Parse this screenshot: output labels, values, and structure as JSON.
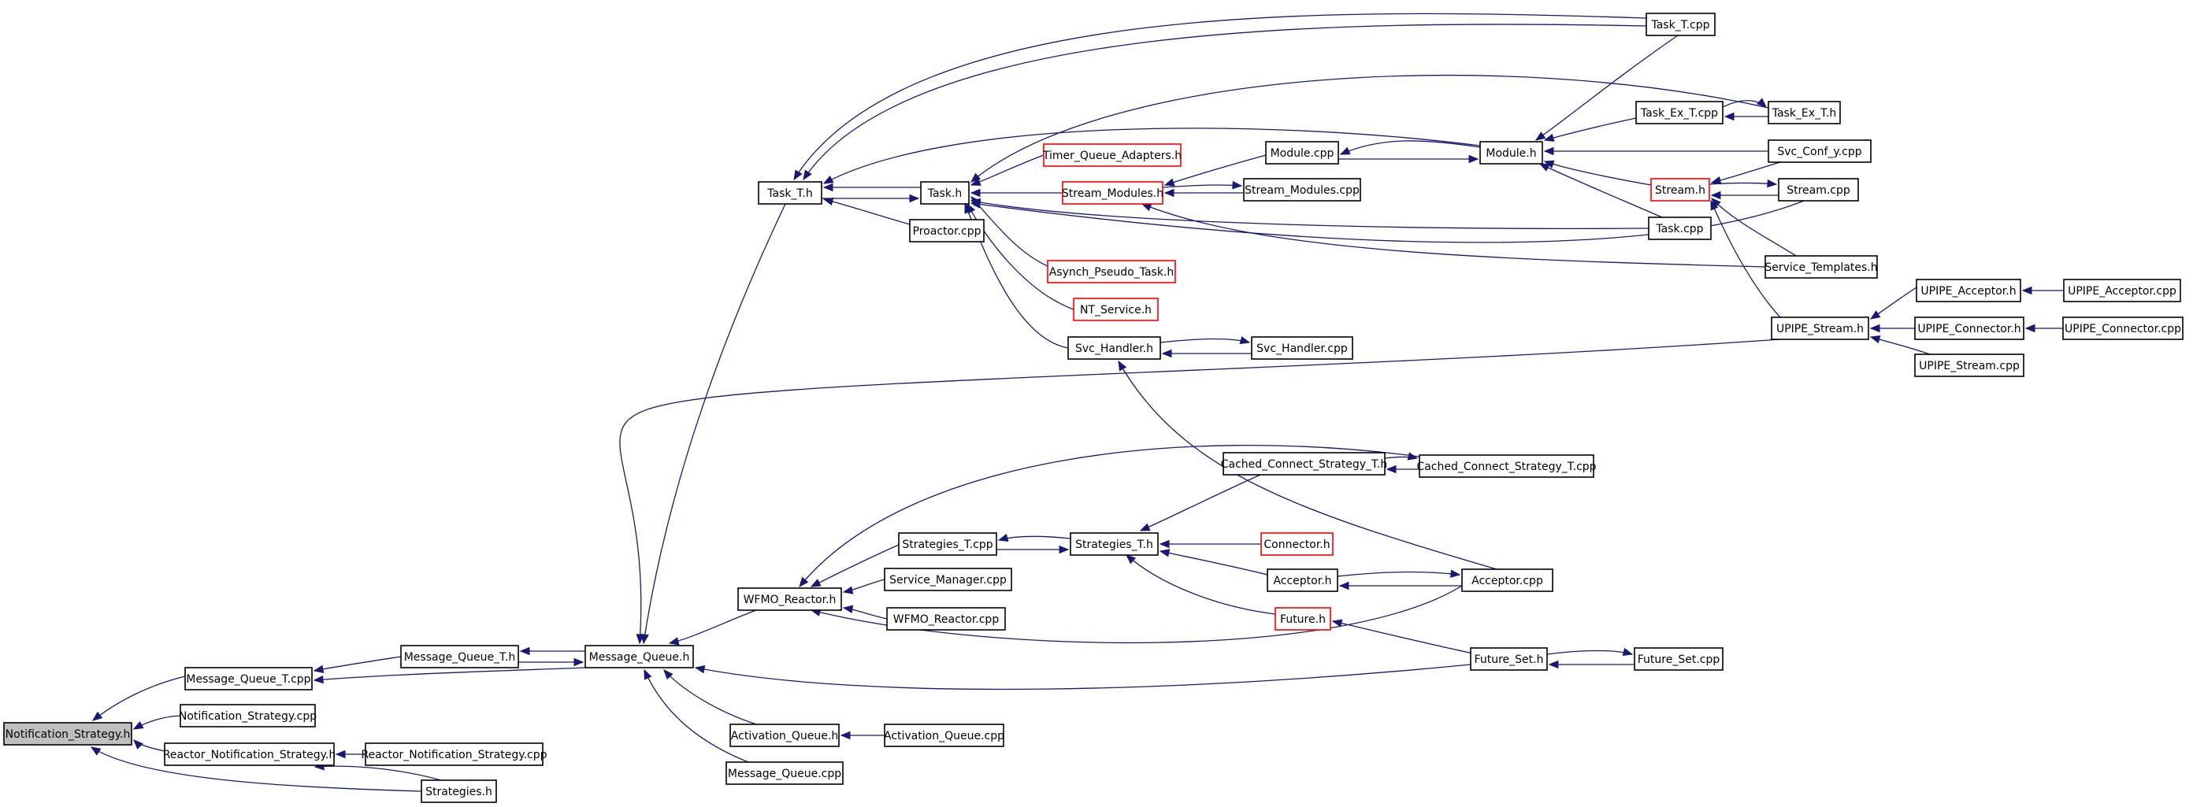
{
  "colors": {
    "edge": "#191970",
    "box_border": "#000000",
    "red_box_border": "#ff0000",
    "root_fill": "#bfbfbf",
    "box_fill": "#ffffff"
  },
  "nodes": [
    {
      "id": "ns_h",
      "label": "Notification_Strategy.h",
      "style": "root"
    },
    {
      "id": "mqt_cpp",
      "label": "Message_Queue_T.cpp"
    },
    {
      "id": "ns_cpp",
      "label": "Notification_Strategy.cpp"
    },
    {
      "id": "rns_h",
      "label": "Reactor_Notification_Strategy.h"
    },
    {
      "id": "rns_cpp",
      "label": "Reactor_Notification_Strategy.cpp"
    },
    {
      "id": "strategies_h",
      "label": "Strategies.h"
    },
    {
      "id": "mqt_h",
      "label": "Message_Queue_T.h"
    },
    {
      "id": "mq_h",
      "label": "Message_Queue.h"
    },
    {
      "id": "taskt_h",
      "label": "Task_T.h"
    },
    {
      "id": "task_h",
      "label": "Task.h"
    },
    {
      "id": "proactor_cpp",
      "label": "Proactor.cpp"
    },
    {
      "id": "taskt_cpp",
      "label": "Task_T.cpp"
    },
    {
      "id": "tqa_h",
      "label": "Timer_Queue_Adapters.h",
      "style": "red"
    },
    {
      "id": "sm_h",
      "label": "Stream_Modules.h",
      "style": "red"
    },
    {
      "id": "apt_h",
      "label": "Asynch_Pseudo_Task.h",
      "style": "red"
    },
    {
      "id": "nts_h",
      "label": "NT_Service.h",
      "style": "red"
    },
    {
      "id": "svch_h",
      "label": "Svc_Handler.h"
    },
    {
      "id": "svch_cpp",
      "label": "Svc_Handler.cpp"
    },
    {
      "id": "module_cpp",
      "label": "Module.cpp"
    },
    {
      "id": "sm_cpp",
      "label": "Stream_Modules.cpp"
    },
    {
      "id": "module_h",
      "label": "Module.h"
    },
    {
      "id": "tex_cpp",
      "label": "Task_Ex_T.cpp"
    },
    {
      "id": "tex_h",
      "label": "Task_Ex_T.h"
    },
    {
      "id": "svcconf_cpp",
      "label": "Svc_Conf_y.cpp"
    },
    {
      "id": "stream_h",
      "label": "Stream.h",
      "style": "red"
    },
    {
      "id": "stream_cpp",
      "label": "Stream.cpp"
    },
    {
      "id": "task_cpp",
      "label": "Task.cpp"
    },
    {
      "id": "svct_h",
      "label": "Service_Templates.h"
    },
    {
      "id": "upipe_acc_h",
      "label": "UPIPE_Acceptor.h"
    },
    {
      "id": "upipe_acc_cpp",
      "label": "UPIPE_Acceptor.cpp"
    },
    {
      "id": "upipe_stream_h",
      "label": "UPIPE_Stream.h"
    },
    {
      "id": "upipe_con_h",
      "label": "UPIPE_Connector.h"
    },
    {
      "id": "upipe_con_cpp",
      "label": "UPIPE_Connector.cpp"
    },
    {
      "id": "upipe_stream_cpp",
      "label": "UPIPE_Stream.cpp"
    },
    {
      "id": "ccst_h",
      "label": "Cached_Connect_Strategy_T.h"
    },
    {
      "id": "ccst_cpp",
      "label": "Cached_Connect_Strategy_T.cpp"
    },
    {
      "id": "stratt_cpp",
      "label": "Strategies_T.cpp"
    },
    {
      "id": "stratt_h",
      "label": "Strategies_T.h"
    },
    {
      "id": "connector_h",
      "label": "Connector.h",
      "style": "red"
    },
    {
      "id": "wfmo_h",
      "label": "WFMO_Reactor.h"
    },
    {
      "id": "svcmgr_cpp",
      "label": "Service_Manager.cpp"
    },
    {
      "id": "wfmo_cpp",
      "label": "WFMO_Reactor.cpp"
    },
    {
      "id": "acceptor_h",
      "label": "Acceptor.h"
    },
    {
      "id": "acceptor_cpp",
      "label": "Acceptor.cpp"
    },
    {
      "id": "future_h",
      "label": "Future.h",
      "style": "red"
    },
    {
      "id": "futureset_h",
      "label": "Future_Set.h"
    },
    {
      "id": "futureset_cpp",
      "label": "Future_Set.cpp"
    },
    {
      "id": "actq_h",
      "label": "Activation_Queue.h"
    },
    {
      "id": "actq_cpp",
      "label": "Activation_Queue.cpp"
    },
    {
      "id": "mq_cpp",
      "label": "Message_Queue.cpp"
    }
  ],
  "edges": [
    [
      "mqt_cpp",
      "ns_h"
    ],
    [
      "ns_cpp",
      "ns_h"
    ],
    [
      "rns_h",
      "ns_h"
    ],
    [
      "strategies_h",
      "ns_h"
    ],
    [
      "rns_cpp",
      "rns_h"
    ],
    [
      "strategies_h",
      "rns_h"
    ],
    [
      "mqt_h",
      "mqt_cpp"
    ],
    [
      "mq_h",
      "mqt_cpp"
    ],
    [
      "mq_h",
      "mqt_h"
    ],
    [
      "mqt_h",
      "mq_h"
    ],
    [
      "taskt_h",
      "mq_h"
    ],
    [
      "wfmo_h",
      "mq_h"
    ],
    [
      "actq_h",
      "mq_h"
    ],
    [
      "mq_cpp",
      "mq_h"
    ],
    [
      "futureset_h",
      "mq_h"
    ],
    [
      "upipe_stream_h",
      "mq_h"
    ],
    [
      "taskt_cpp",
      "taskt_h"
    ],
    [
      "taskt_cpp",
      "taskt_h"
    ],
    [
      "task_h",
      "taskt_h"
    ],
    [
      "module_h",
      "taskt_h"
    ],
    [
      "proactor_cpp",
      "taskt_h"
    ],
    [
      "taskt_h",
      "task_h"
    ],
    [
      "tqa_h",
      "task_h"
    ],
    [
      "sm_h",
      "task_h"
    ],
    [
      "apt_h",
      "task_h"
    ],
    [
      "nts_h",
      "task_h"
    ],
    [
      "svch_h",
      "task_h"
    ],
    [
      "task_cpp",
      "task_h"
    ],
    [
      "stream_cpp",
      "task_h"
    ],
    [
      "tex_h",
      "task_h"
    ],
    [
      "svch_cpp",
      "svch_h"
    ],
    [
      "svch_h",
      "svch_cpp"
    ],
    [
      "acceptor_cpp",
      "svch_h"
    ],
    [
      "module_cpp",
      "sm_h"
    ],
    [
      "sm_cpp",
      "sm_h"
    ],
    [
      "sm_h",
      "sm_cpp"
    ],
    [
      "svct_h",
      "sm_h"
    ],
    [
      "module_h",
      "module_cpp"
    ],
    [
      "module_cpp",
      "module_h"
    ],
    [
      "taskt_cpp",
      "module_h"
    ],
    [
      "tex_cpp",
      "module_h"
    ],
    [
      "svcconf_cpp",
      "module_h"
    ],
    [
      "stream_h",
      "module_h"
    ],
    [
      "task_cpp",
      "module_h"
    ],
    [
      "tex_h",
      "tex_cpp"
    ],
    [
      "tex_cpp",
      "tex_h"
    ],
    [
      "stream_cpp",
      "stream_h"
    ],
    [
      "stream_h",
      "stream_cpp"
    ],
    [
      "svcconf_cpp",
      "stream_h"
    ],
    [
      "svct_h",
      "stream_h"
    ],
    [
      "upipe_stream_h",
      "stream_h"
    ],
    [
      "upipe_acc_h",
      "upipe_stream_h"
    ],
    [
      "upipe_con_h",
      "upipe_stream_h"
    ],
    [
      "upipe_stream_cpp",
      "upipe_stream_h"
    ],
    [
      "upipe_acc_cpp",
      "upipe_acc_h"
    ],
    [
      "upipe_con_cpp",
      "upipe_con_h"
    ],
    [
      "stratt_cpp",
      "wfmo_h"
    ],
    [
      "svcmgr_cpp",
      "wfmo_h"
    ],
    [
      "wfmo_cpp",
      "wfmo_h"
    ],
    [
      "ccst_cpp",
      "wfmo_h"
    ],
    [
      "acceptor_cpp",
      "wfmo_h"
    ],
    [
      "stratt_h",
      "stratt_cpp"
    ],
    [
      "stratt_cpp",
      "stratt_h"
    ],
    [
      "ccst_h",
      "stratt_h"
    ],
    [
      "connector_h",
      "stratt_h"
    ],
    [
      "acceptor_h",
      "stratt_h"
    ],
    [
      "future_h",
      "stratt_h"
    ],
    [
      "ccst_cpp",
      "ccst_h"
    ],
    [
      "ccst_h",
      "ccst_cpp"
    ],
    [
      "acceptor_cpp",
      "acceptor_h"
    ],
    [
      "acceptor_h",
      "acceptor_cpp"
    ],
    [
      "futureset_h",
      "future_h"
    ],
    [
      "futureset_cpp",
      "futureset_h"
    ],
    [
      "futureset_h",
      "futureset_cpp"
    ],
    [
      "actq_cpp",
      "actq_h"
    ]
  ]
}
